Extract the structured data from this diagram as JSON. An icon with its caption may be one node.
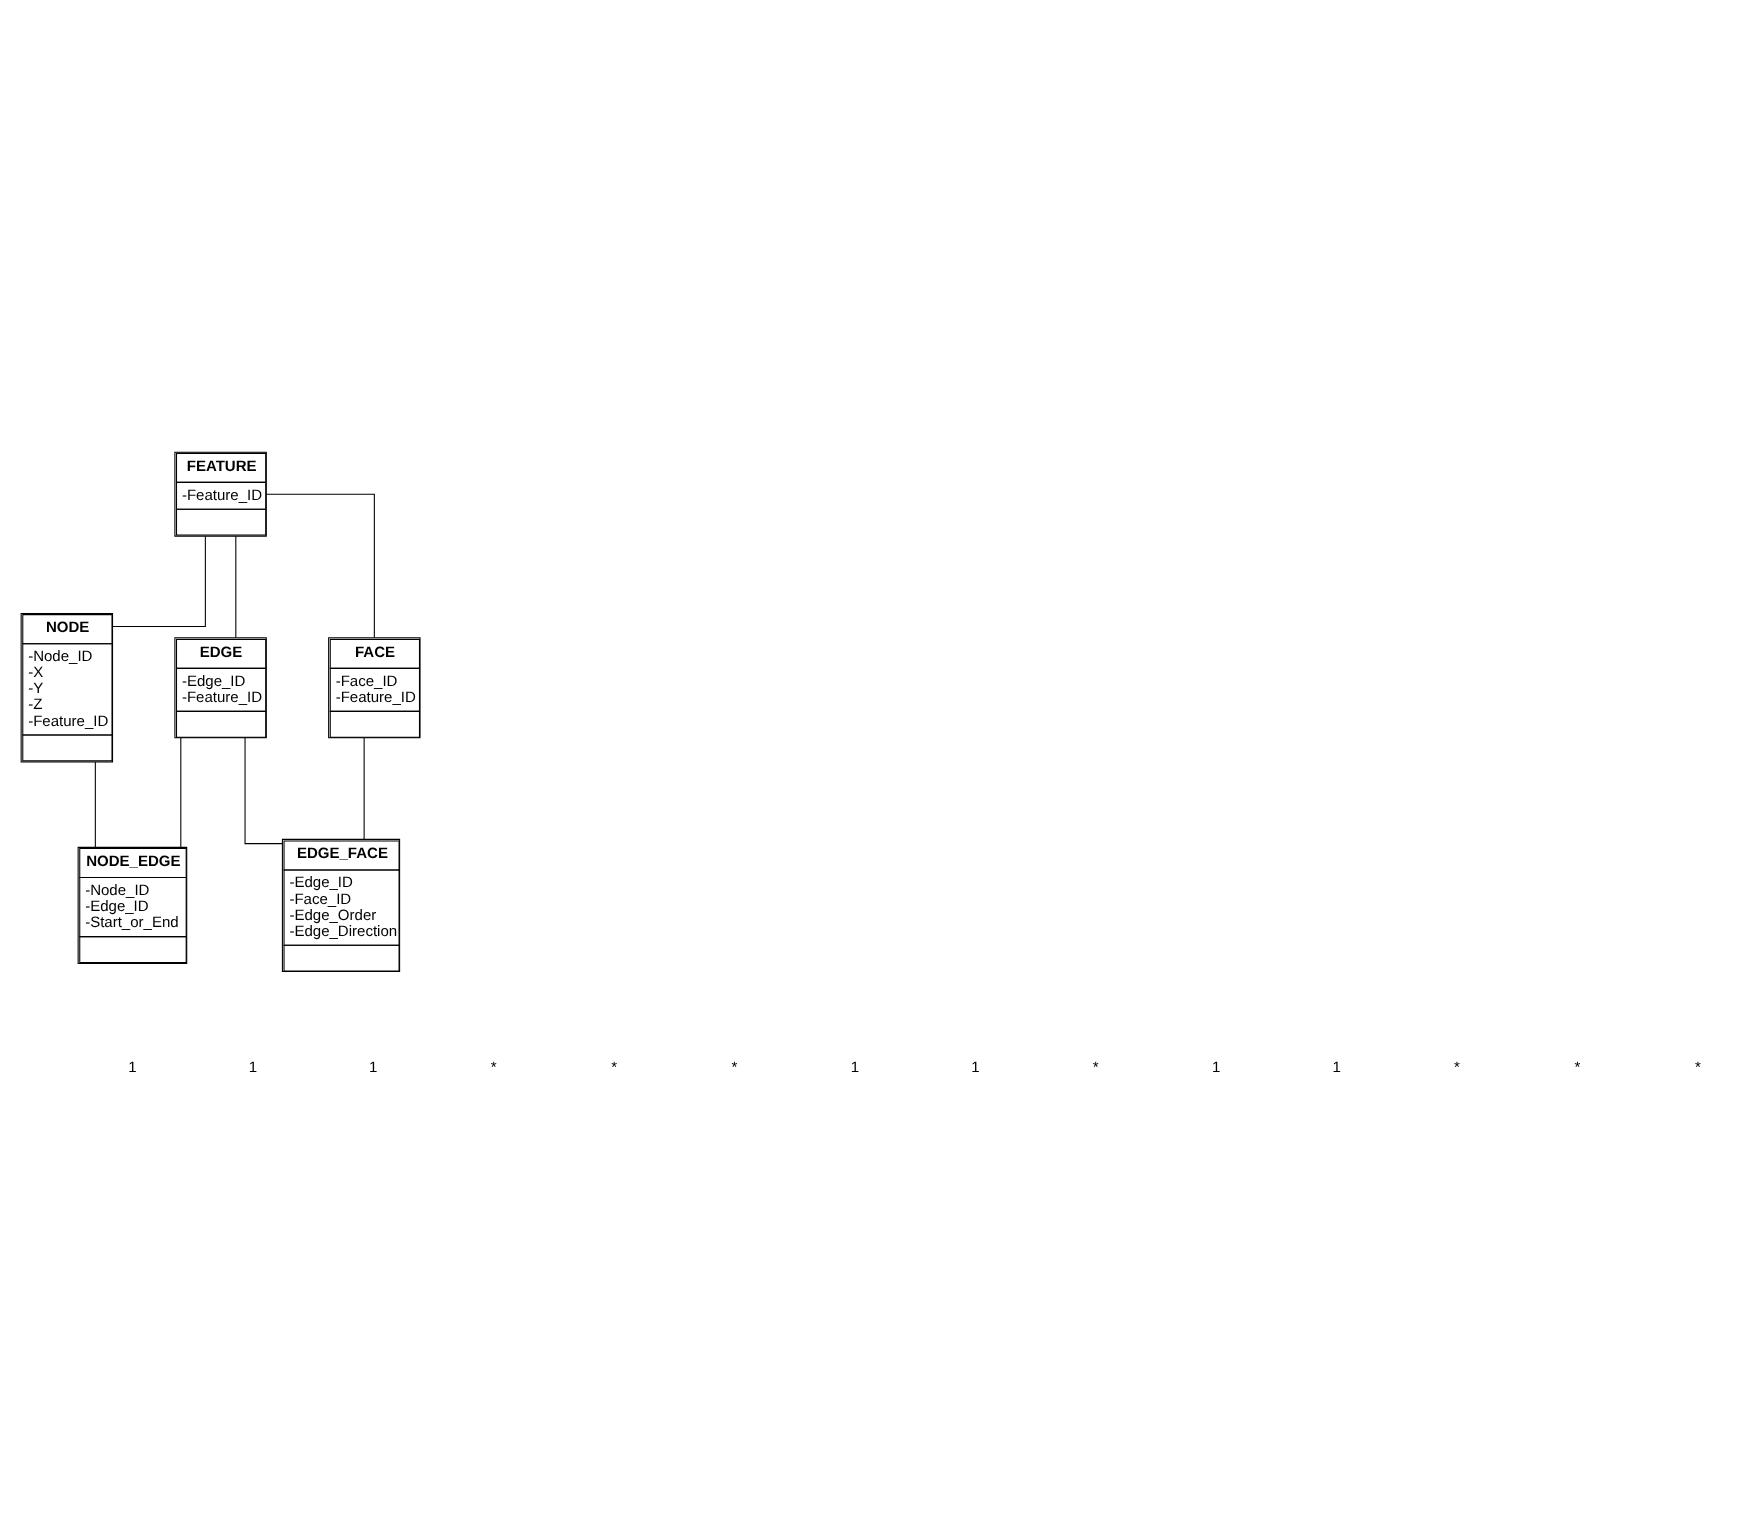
{
  "diagram": {
    "nodes": [
      {
        "text": [
          "FEATURE",
          "-Feature_ID"
        ]
      },
      {
        "text": [
          "NODE",
          "-Node_ID",
          "-X",
          "-Y",
          "-Z",
          "-Feature_ID"
        ]
      },
      {
        "text": [
          "EDGE",
          "-Edge_ID",
          "-Feature_ID"
        ]
      },
      {
        "text": [
          "FACE",
          "-Face_ID",
          "-Feature_ID"
        ]
      },
      {
        "text": [
          "NODE_EDGE",
          "-Node_ID",
          "-Edge_ID",
          "-Start_or_End"
        ]
      },
      {
        "text": [
          "EDGE_FACE",
          "-Edge_ID",
          "-Face_ID",
          "-Edge_Order",
          "-Edge_Direction"
        ]
      }
    ],
    "edges": [
      {
        "from": 0,
        "to": 1,
        "arrow": "none"
      },
      {
        "from": 0,
        "to": 2,
        "arrow": "none"
      },
      {
        "from": 0,
        "to": 3,
        "arrow": "none"
      },
      {
        "from": 2,
        "to": 4,
        "arrow": "none"
      },
      {
        "from": 1,
        "to": 4,
        "arrow": "none"
      },
      {
        "from": 2,
        "to": 5,
        "arrow": "none"
      },
      {
        "from": 3,
        "to": 5,
        "arrow": "none"
      }
    ],
    "labels": [
      "1",
      "1",
      "1",
      "*",
      "*",
      "*",
      "1",
      "1",
      "*",
      "1",
      "1",
      "*",
      "*",
      "*"
    ]
  }
}
